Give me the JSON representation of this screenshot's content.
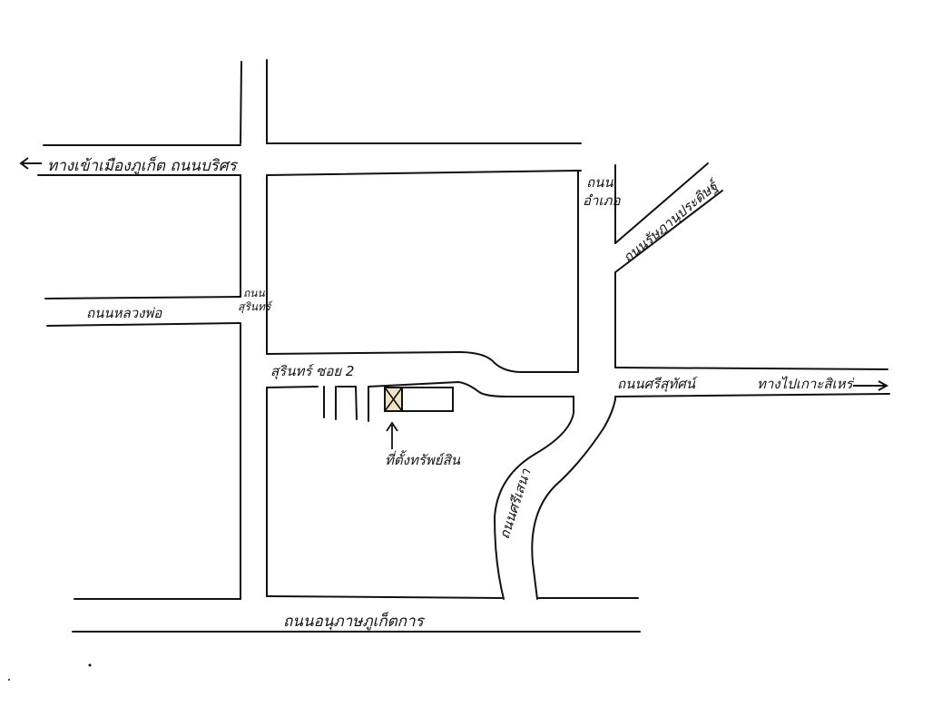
{
  "map": {
    "colors": {
      "ink": "#111111",
      "background": "#ffffff",
      "property_fill": "#efe3c4"
    },
    "labels": {
      "to_phuket_town": "ทางเข้าเมืองภูเก็ต ถนนบริศร",
      "luang_pho_road": "ถนนหลวงพ่อ",
      "surin_road_line1": "ถนน",
      "surin_road_line2": "สุรินทร์",
      "amphoe_road_line1": "ถนน",
      "amphoe_road_line2": "อำเภอ",
      "rassada_road": "ถนนรัษฎานุประดิษฐ์",
      "sri_suthat_road": "ถนนศรีสุทัศน์",
      "to_sire_island": "ทางไปเกาะสิเหร่",
      "surin_soi_2": "สุรินทร์ ซอย 2",
      "property_location": "ที่ตั้งทรัพย์สิน",
      "sri_sena_road": "ถนนศรีเสนา",
      "anusorn_road": "ถนนอนุภาษภูเก็ตการ"
    },
    "icons": {
      "left_arrow": "arrow-left-icon",
      "right_arrow": "arrow-right-icon",
      "property_marker": "property-marker-icon",
      "pointer_arrow": "arrow-up-icon"
    }
  }
}
